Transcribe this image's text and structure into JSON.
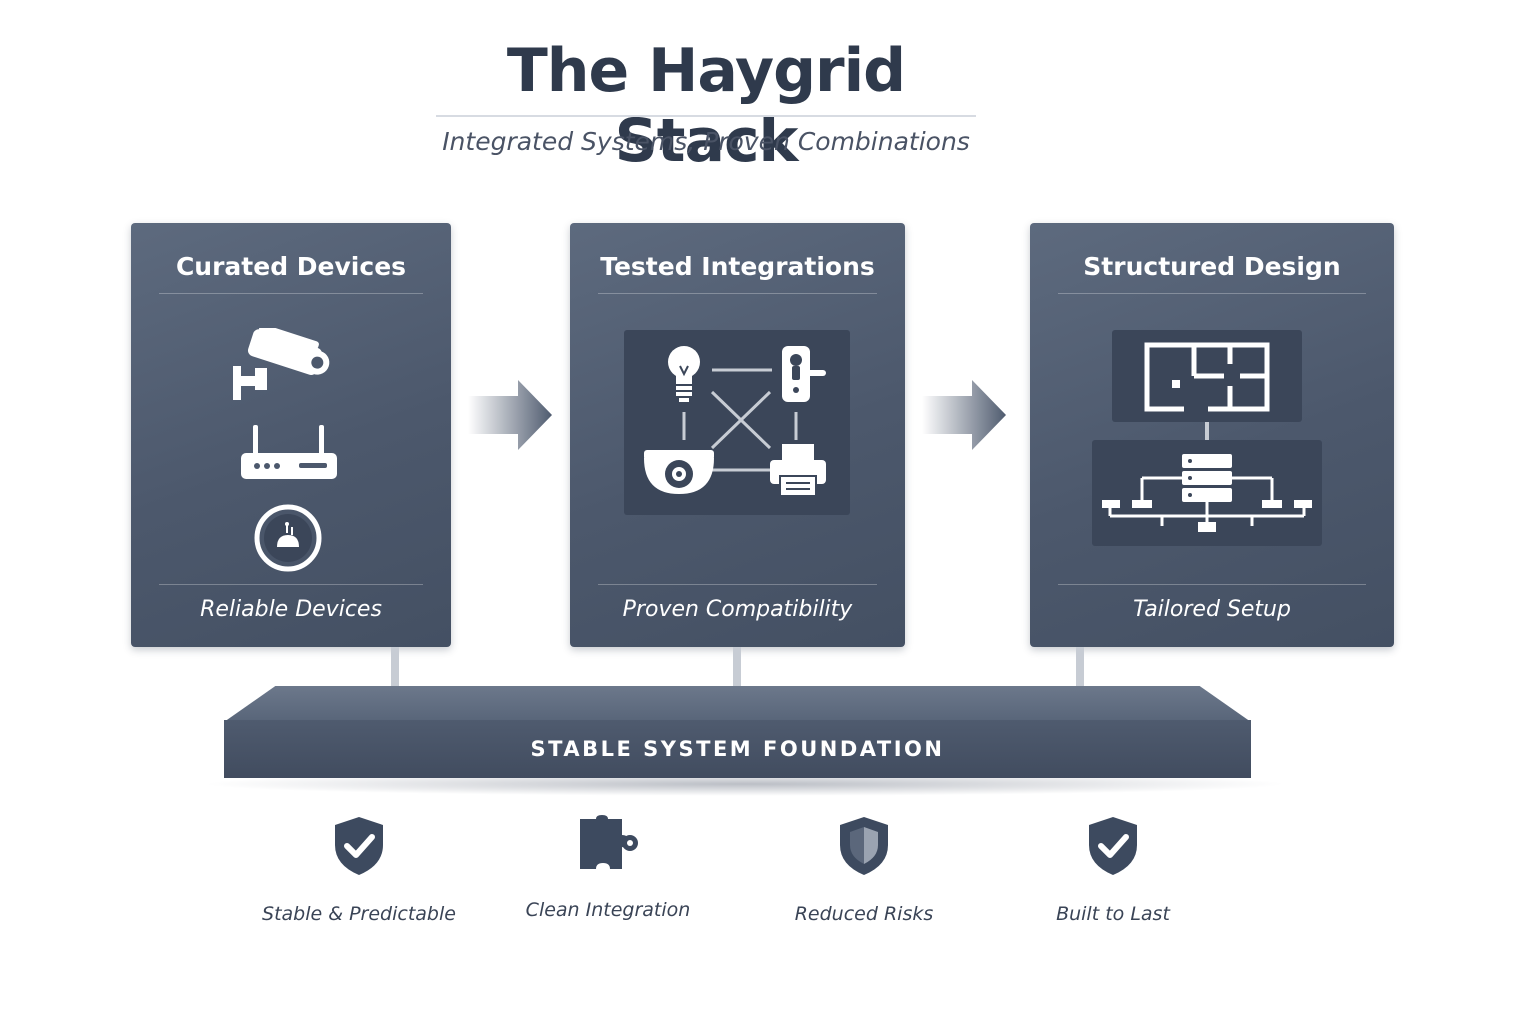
{
  "header": {
    "title": "The Haygrid Stack",
    "subtitle": "Integrated Systems, Proven Combinations"
  },
  "cards": [
    {
      "title": "Curated Devices",
      "footer": "Reliable Devices",
      "icons": [
        "security-camera-icon",
        "router-icon",
        "smart-sensor-icon"
      ]
    },
    {
      "title": "Tested Integrations",
      "footer": "Proven Compatibility",
      "icons": [
        "light-bulb-icon",
        "door-lock-icon",
        "dome-camera-icon",
        "printer-icon"
      ]
    },
    {
      "title": "Structured Design",
      "footer": "Tailored Setup",
      "icons": [
        "floor-plan-icon",
        "server-network-icon"
      ]
    }
  ],
  "foundation": {
    "label": "STABLE SYSTEM FOUNDATION"
  },
  "benefits": [
    {
      "label": "Stable & Predictable",
      "icon": "shield-check-icon"
    },
    {
      "label": "Clean Integration",
      "icon": "puzzle-piece-icon"
    },
    {
      "label": "Reduced Risks",
      "icon": "shield-half-icon"
    },
    {
      "label": "Built to Last",
      "icon": "shield-check-icon"
    }
  ],
  "colors": {
    "card": "#4f5b6f",
    "panel": "#3b4659",
    "text_dark": "#2f3a4c",
    "arrow_tip": "#4f5b6f"
  }
}
